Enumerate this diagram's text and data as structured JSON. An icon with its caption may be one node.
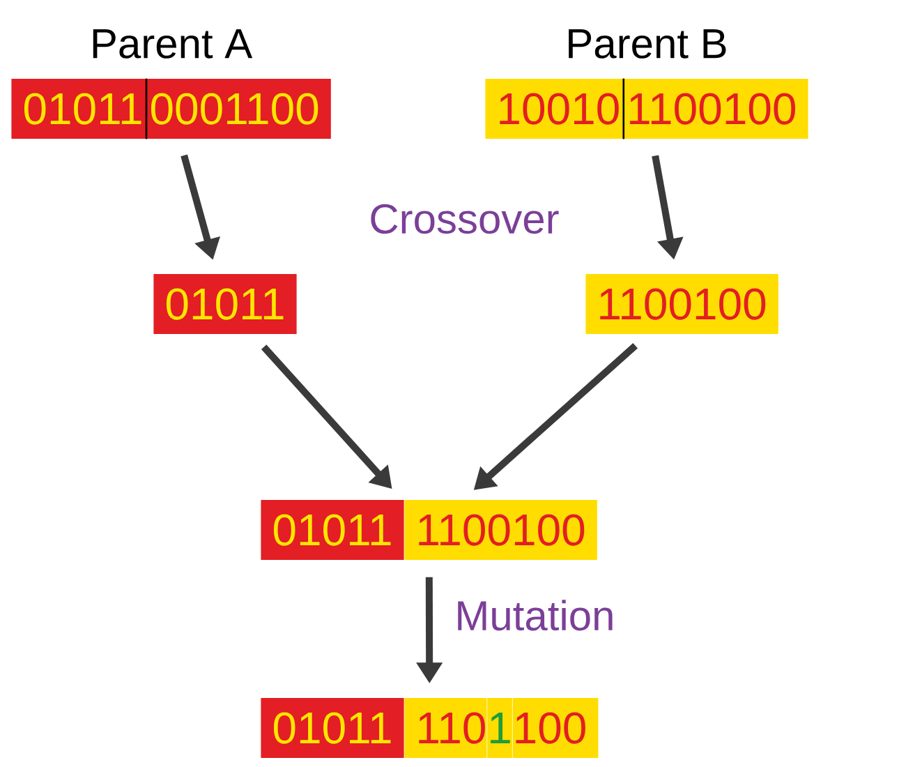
{
  "diagram": {
    "nodes": [
      {
        "text": [
          "Parent A",
          "01011",
          "0001100"
        ]
      },
      {
        "text": [
          "Parent B",
          "10010",
          "1100100"
        ]
      },
      {
        "text": [
          "01011"
        ]
      },
      {
        "text": [
          "1100100"
        ]
      },
      {
        "text": [
          "01011",
          "1100100"
        ]
      },
      {
        "text": [
          "01011",
          "110",
          "1",
          "100"
        ]
      }
    ],
    "edges": [
      {
        "from": 0,
        "to": 2,
        "arrow": "to"
      },
      {
        "from": 1,
        "to": 3,
        "arrow": "to"
      },
      {
        "from": 2,
        "to": 4,
        "arrow": "to"
      },
      {
        "from": 3,
        "to": 4,
        "arrow": "to"
      },
      {
        "from": 4,
        "to": 5,
        "arrow": "to",
        "label": "Mutation"
      }
    ],
    "labels": [
      "Crossover"
    ]
  }
}
